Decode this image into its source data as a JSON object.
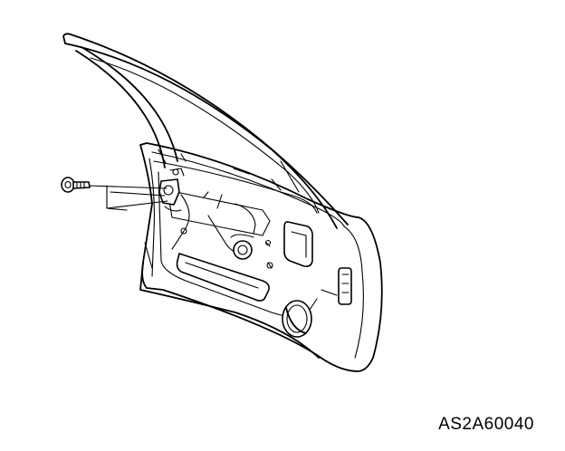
{
  "figure": {
    "code": "AS2A60040",
    "icons": [
      "door-panel",
      "bolt-icon",
      "window-regulator",
      "speaker-hole"
    ]
  }
}
